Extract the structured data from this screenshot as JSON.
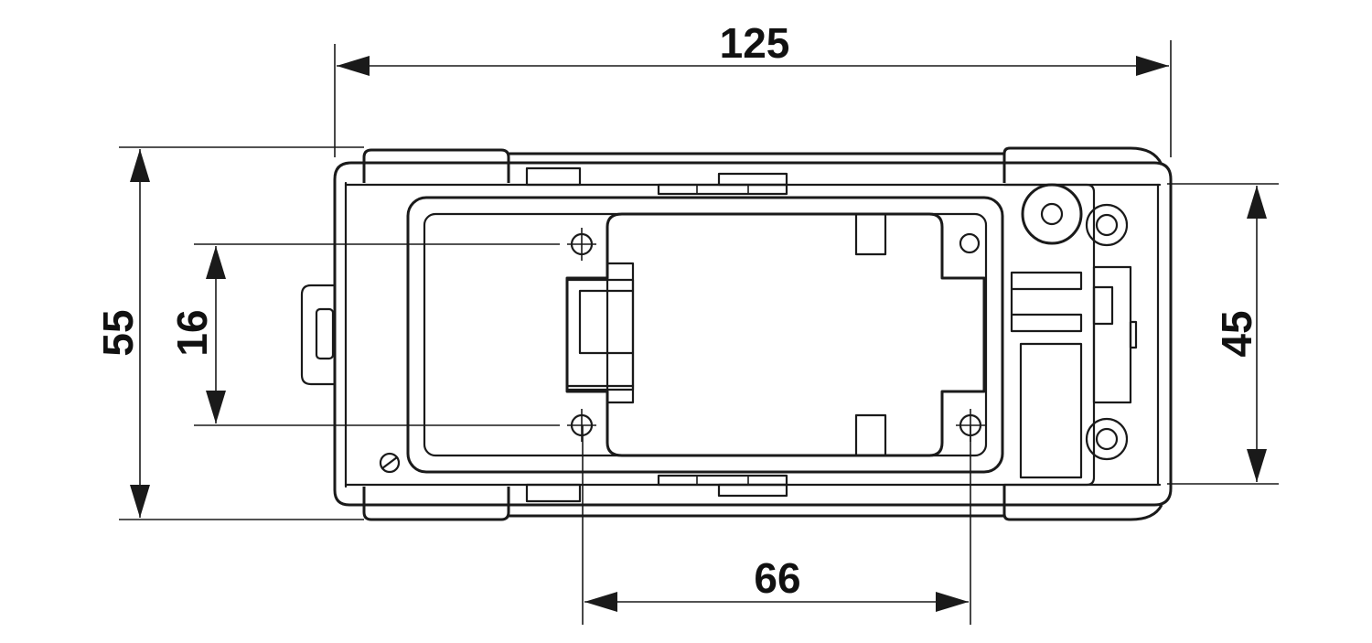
{
  "dimensions": {
    "overall_width": "125",
    "overall_height": "55",
    "hole_vertical_spacing": "16",
    "mounting_height": "45",
    "hole_horizontal_spacing": "66"
  },
  "colors": {
    "line": "#1a1a1a",
    "background": "#ffffff"
  }
}
